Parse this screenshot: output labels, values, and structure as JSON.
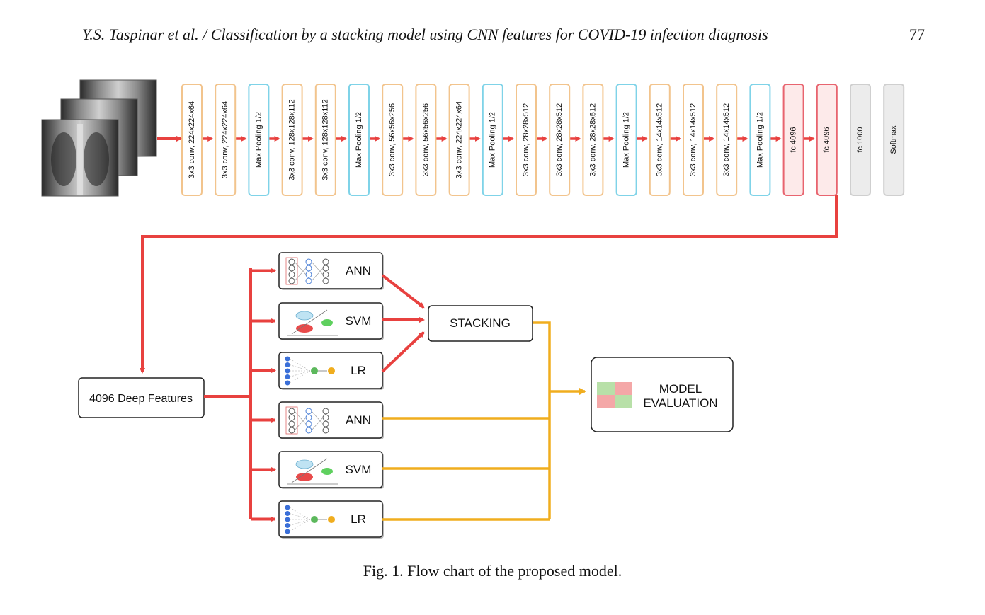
{
  "header": {
    "title": "Y.S. Taspinar et al. / Classification by a stacking model using CNN features for COVID-19 infection diagnosis",
    "page_number": "77"
  },
  "cnn_layers": [
    {
      "label": "3x3 conv, 224x224x64",
      "kind": "conv"
    },
    {
      "label": "3x3 conv, 224x224x64",
      "kind": "conv"
    },
    {
      "label": "Max Pooling 1/2",
      "kind": "pool"
    },
    {
      "label": "3x3 conv, 128x128x112",
      "kind": "conv"
    },
    {
      "label": "3x3 conv, 128x128x112",
      "kind": "conv"
    },
    {
      "label": "Max Pooling 1/2",
      "kind": "pool"
    },
    {
      "label": "3x3 conv, 56x56x256",
      "kind": "conv"
    },
    {
      "label": "3x3 conv, 56x56x256",
      "kind": "conv"
    },
    {
      "label": "3x3 conv, 224x224x64",
      "kind": "conv"
    },
    {
      "label": "Max Pooling 1/2",
      "kind": "pool"
    },
    {
      "label": "3x3 conv, 28x28x512",
      "kind": "conv"
    },
    {
      "label": "3x3 conv, 28x28x512",
      "kind": "conv"
    },
    {
      "label": "3x3 conv, 28x28x512",
      "kind": "conv"
    },
    {
      "label": "Max Pooling 1/2",
      "kind": "pool"
    },
    {
      "label": "3x3 conv, 14x14x512",
      "kind": "conv"
    },
    {
      "label": "3x3 conv, 14x14x512",
      "kind": "conv"
    },
    {
      "label": "3x3 conv, 14x14x512",
      "kind": "conv"
    },
    {
      "label": "Max Pooling 1/2",
      "kind": "pool"
    },
    {
      "label": "fc 4096",
      "kind": "fc"
    },
    {
      "label": "fc 4096",
      "kind": "fc"
    },
    {
      "label": "fc 1000",
      "kind": "gray"
    },
    {
      "label": "Softmax",
      "kind": "gray"
    }
  ],
  "features_label": "4096 Deep Features",
  "stacking_label": "STACKING",
  "evaluation_label": [
    "MODEL",
    "EVALUATION"
  ],
  "classifiers": [
    "ANN",
    "SVM",
    "LR",
    "ANN",
    "SVM",
    "LR"
  ],
  "caption": "Fig. 1.  Flow chart of the proposed model.",
  "colors": {
    "conv_border": "#f2c48d",
    "pool_border": "#7fd3e8",
    "fc_border": "#e8646f",
    "fc_fill": "#fdeaea",
    "gray_border": "#cfcfcf",
    "gray_fill": "#ececec",
    "red_arrow": "#e8413f",
    "orange_line": "#f0ad1e"
  },
  "icons": {
    "xray_stack": "chest-xray-images-icon",
    "ann": "neural-network-icon",
    "svm": "svm-diagram-icon",
    "lr": "logistic-regression-icon",
    "confusion": "confusion-matrix-icon"
  }
}
